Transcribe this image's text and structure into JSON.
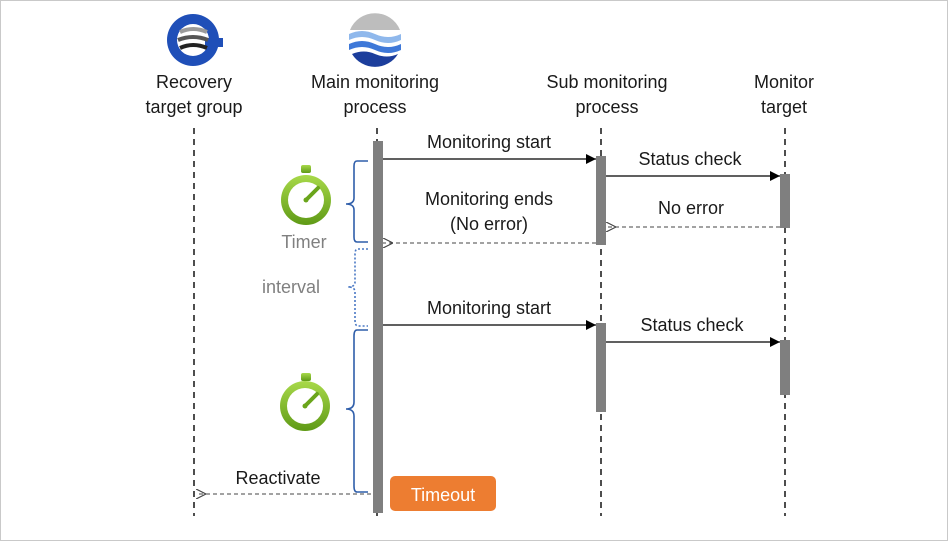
{
  "participants": [
    {
      "id": "recovery",
      "line1": "Recovery",
      "line2": "target group"
    },
    {
      "id": "main",
      "line1": "Main monitoring",
      "line2": "process"
    },
    {
      "id": "sub",
      "line1": "Sub monitoring",
      "line2": "process"
    },
    {
      "id": "target",
      "line1": "Monitor",
      "line2": "target"
    }
  ],
  "messages": {
    "monitoring_start_1": "Monitoring start",
    "status_check_1": "Status check",
    "no_error": "No error",
    "monitoring_ends_l1": "Monitoring ends",
    "monitoring_ends_l2": "(No error)",
    "monitoring_start_2": "Monitoring start",
    "status_check_2": "Status check",
    "reactivate": "Reactivate"
  },
  "labels": {
    "timer": "Timer",
    "interval": "interval",
    "timeout": "Timeout"
  },
  "colors": {
    "timeout_bg": "#ed7d31",
    "timer_green": "#7fb524",
    "brace_blue": "#2f5eaa",
    "activation_gray": "#7f7f7f",
    "logo_blue": "#1f4fb8"
  },
  "icons": {
    "recovery_group": "group-logo-icon",
    "main_process": "process-logo-icon",
    "timer": "stopwatch-icon"
  }
}
